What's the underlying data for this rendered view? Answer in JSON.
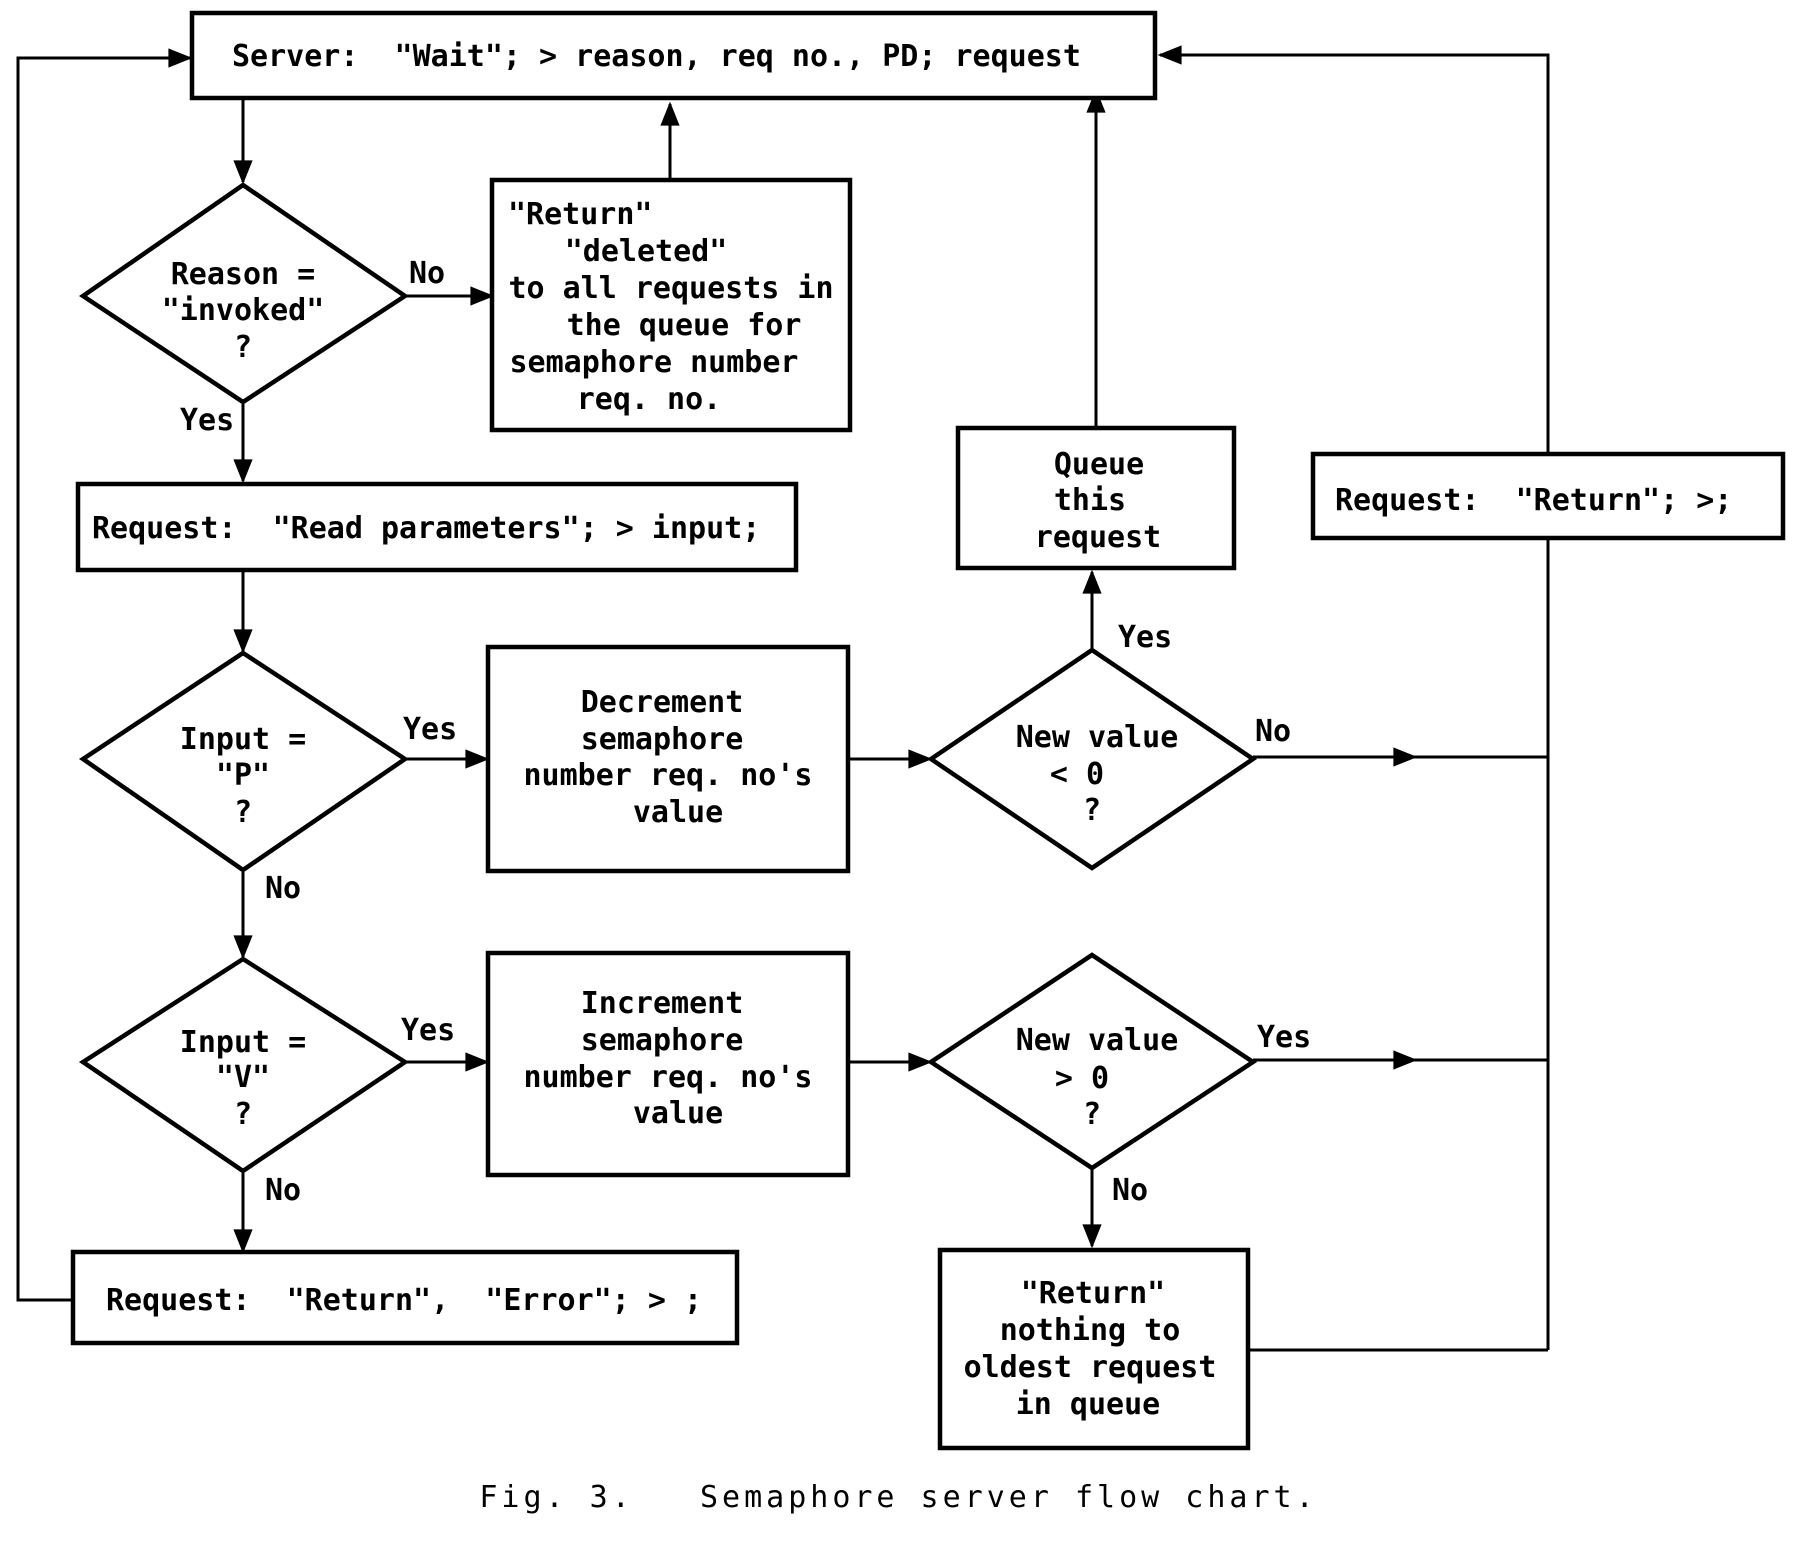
{
  "caption": "Fig. 3.   Semaphore server flow chart.",
  "nodes": {
    "server": [
      "Server:  \"Wait\"; > reason, req no., PD; request"
    ],
    "reason_check": [
      "Reason =",
      "\"invoked\"",
      "?"
    ],
    "return_deleted": [
      "\"Return\"",
      "\"deleted\"",
      "to all requests in",
      "the queue for",
      "semaphore number",
      "req. no."
    ],
    "read_params": [
      "Request:  \"Read parameters\"; > input;"
    ],
    "input_p": [
      "Input =",
      "\"P\"",
      "?"
    ],
    "decrement": [
      "Decrement",
      "semaphore",
      "number req. no's",
      "value"
    ],
    "new_value_lt": [
      "New value",
      "< 0",
      "?"
    ],
    "queue_request": [
      "Queue",
      "this",
      "request"
    ],
    "request_return": [
      "Request:  \"Return\"; >;"
    ],
    "input_v": [
      "Input =",
      "\"V\"",
      "?"
    ],
    "increment": [
      "Increment",
      "semaphore",
      "number req. no's",
      "value"
    ],
    "new_value_gt": [
      "New value",
      "> 0",
      "?"
    ],
    "return_error": [
      "Request:  \"Return\",  \"Error\"; > ;"
    ],
    "return_nothing": [
      "\"Return\"",
      "nothing to",
      "oldest request",
      "in queue"
    ]
  },
  "edge_labels": {
    "reason_no": "No",
    "reason_yes": "Yes",
    "p_yes": "Yes",
    "p_no": "No",
    "v_yes": "Yes",
    "v_no": "No",
    "lt_yes": "Yes",
    "lt_no": "No",
    "gt_yes": "Yes",
    "gt_no": "No"
  }
}
